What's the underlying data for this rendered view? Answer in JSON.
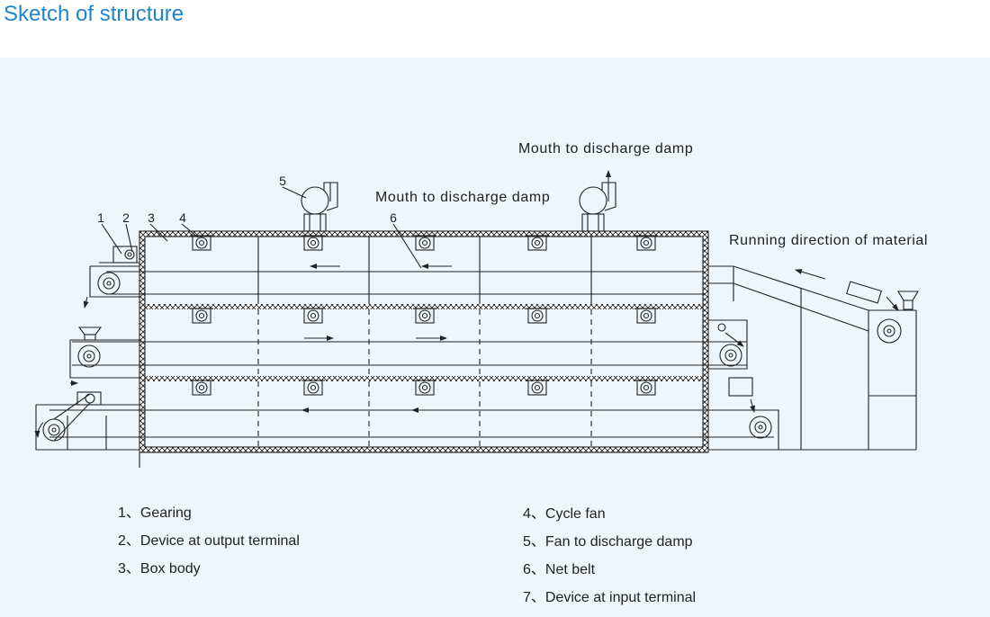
{
  "title": "Sketch of structure",
  "colors": {
    "title": "#1f83c9",
    "panel": "#eef6fb",
    "line": "#222222"
  },
  "annotations": {
    "discharge_top": "Mouth to discharge damp",
    "discharge_mid": "Mouth to discharge damp",
    "running": "Running direction of material"
  },
  "callouts": [
    "1",
    "2",
    "3",
    "4",
    "5",
    "6"
  ],
  "legend": {
    "left": [
      "1、Gearing",
      "2、Device at output terminal",
      "3、Box body"
    ],
    "right": [
      "4、Cycle fan",
      "5、Fan to discharge damp",
      "6、Net belt",
      "7、Device at input terminal"
    ]
  }
}
